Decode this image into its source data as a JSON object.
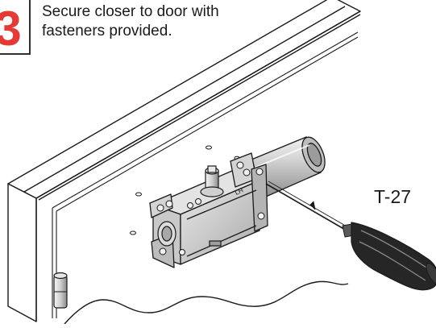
{
  "step": {
    "number": "3",
    "instruction_line_1": "Secure closer to door with",
    "instruction_line_2": "fasteners provided."
  },
  "tool": {
    "label": "T-27"
  },
  "colors": {
    "step_accent": "#e53935",
    "line_art": "#1a1a1a",
    "metal_light": "#d9d9d9",
    "metal_mid": "#b8b8b8",
    "metal_dark": "#8e8e8e",
    "handle": "#222222"
  },
  "icons": {
    "step_badge": "step-number-badge",
    "screwdriver": "screwdriver-icon"
  }
}
